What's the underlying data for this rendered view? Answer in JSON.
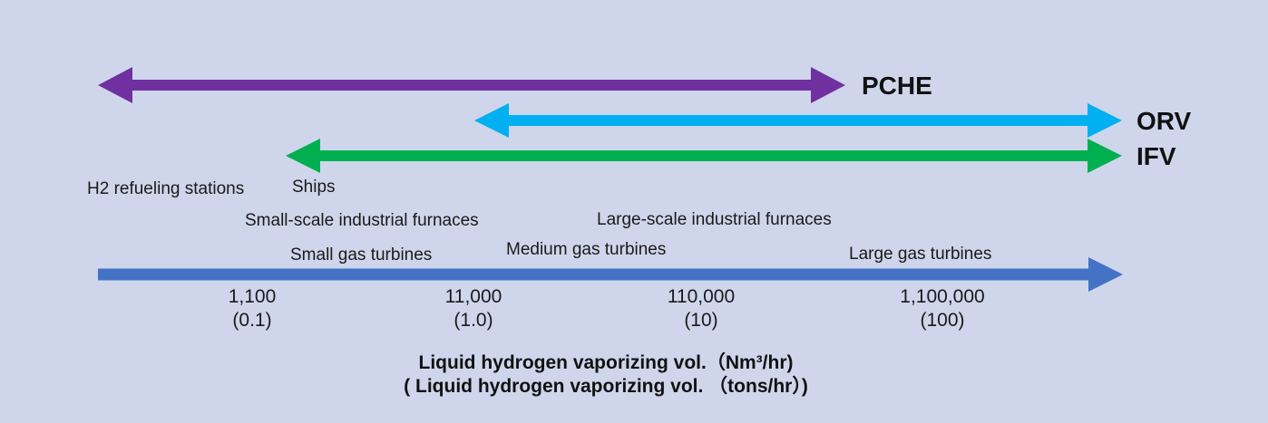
{
  "ranges": [
    {
      "name": "PCHE",
      "color": "#7030a0"
    },
    {
      "name": "ORV",
      "color": "#00b0f0"
    },
    {
      "name": "IFV",
      "color": "#00b050"
    }
  ],
  "applications": [
    {
      "label": "H2 refueling stations"
    },
    {
      "label": "Ships"
    },
    {
      "label": "Small-scale industrial furnaces"
    },
    {
      "label": "Large-scale industrial furnaces"
    },
    {
      "label": "Small gas turbines"
    },
    {
      "label": "Medium gas turbines"
    },
    {
      "label": "Large gas turbines"
    }
  ],
  "axis": {
    "color": "#4472c4",
    "ticks": [
      {
        "value": "1,100",
        "sub": "(0.1)"
      },
      {
        "value": "11,000",
        "sub": "(1.0)"
      },
      {
        "value": "110,000",
        "sub": "(10)"
      },
      {
        "value": "1,100,000",
        "sub": "(100)"
      }
    ],
    "title_line1": "Liquid hydrogen vaporizing vol.（Nm³/hr)",
    "title_line2": "( Liquid hydrogen vaporizing vol. （tons/hr）)"
  }
}
